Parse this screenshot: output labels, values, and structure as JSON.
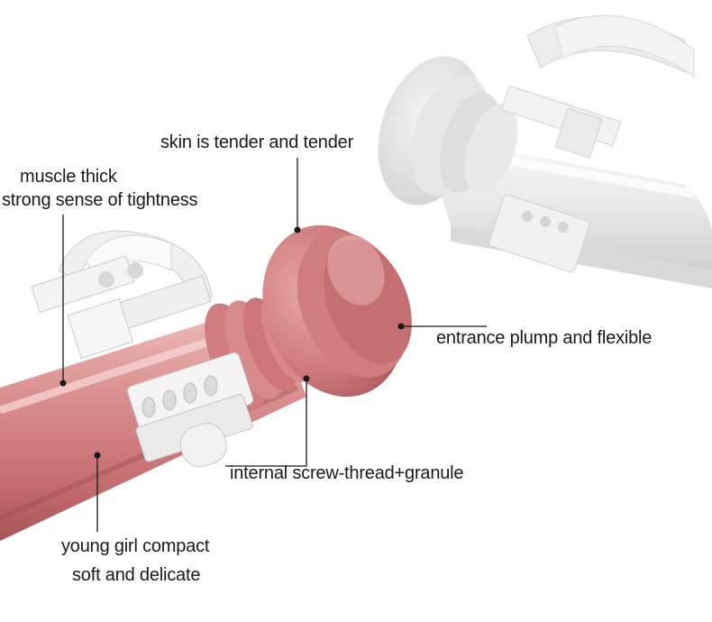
{
  "labels": {
    "skin": "skin is tender and tender",
    "muscle_line1": "muscle thick",
    "muscle_line2": "strong sense of tightness",
    "entrance": "entrance plump and flexible",
    "internal": "internal screw-thread+granule",
    "young_line1": "young girl compact",
    "young_line2": "soft and delicate"
  },
  "colors": {
    "pink_body": "#d98c8c",
    "pink_dark": "#b55e60",
    "pink_light": "#f0c3c1",
    "white_body": "#efefef",
    "white_shadow": "#cfcfcf",
    "text": "#1a1a1a"
  }
}
